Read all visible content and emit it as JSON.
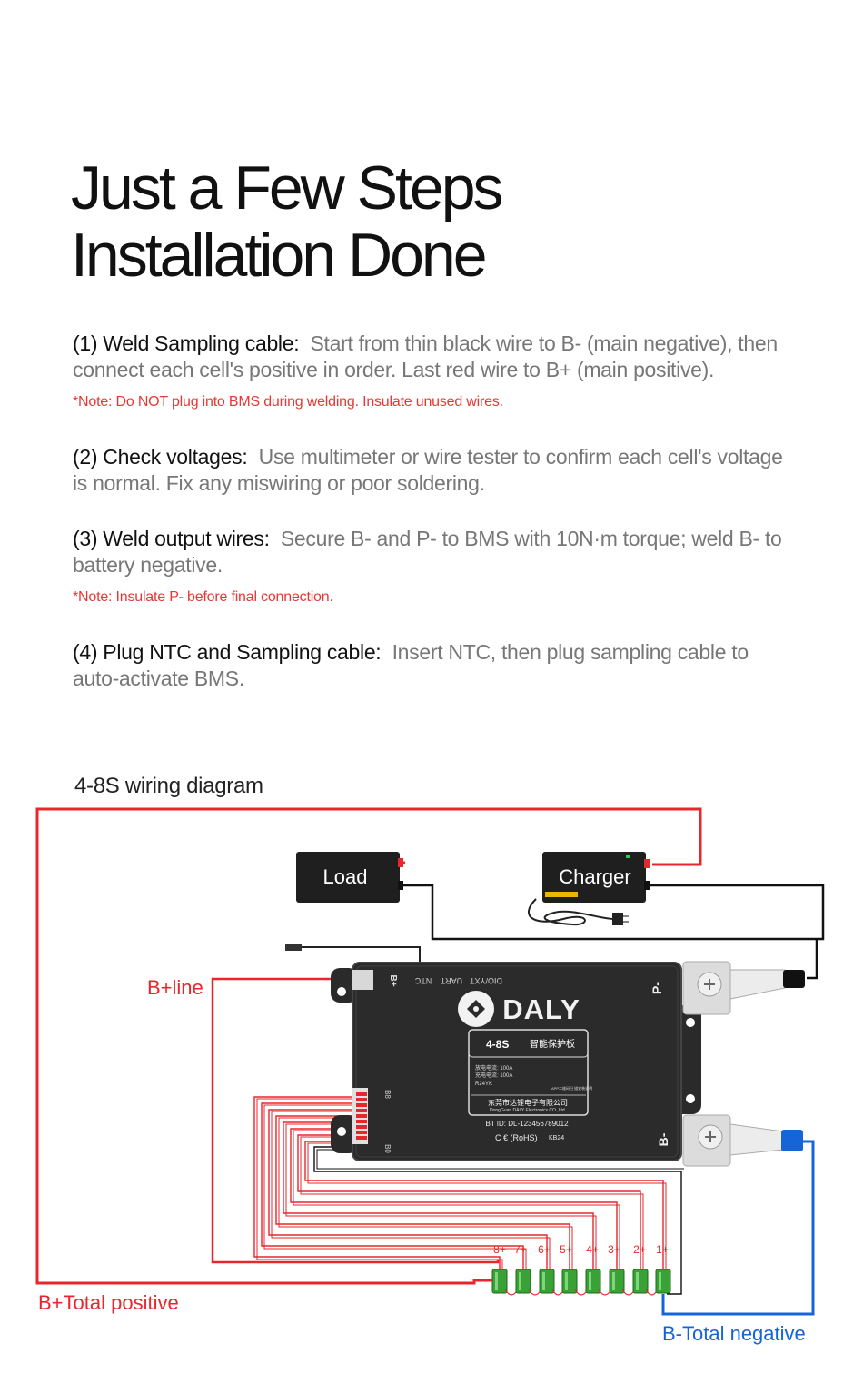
{
  "headline": [
    "Just a Few Steps",
    "Installation Done"
  ],
  "steps": [
    {
      "label": "(1) Weld Sampling cable:",
      "text": "Start from thin black wire to B- (main negative), then connect each cell's positive in order. Last red wire to B+ (main positive).",
      "note": "*Note: Do NOT plug into BMS during welding. Insulate unused wires."
    },
    {
      "label": "(2) Check voltages:",
      "text": "Use multimeter or wire tester to confirm each cell's voltage is normal. Fix any miswiring or poor soldering."
    },
    {
      "label": "(3) Weld output wires:",
      "text": "Secure B- and P- to BMS with 10N·m torque; weld B- to battery negative.",
      "note": "*Note: Insulate P- before final connection."
    },
    {
      "label": "(4) Plug NTC and Sampling cable:",
      "text": "Insert NTC, then plug sampling cable to auto-activate BMS."
    }
  ],
  "diagram": {
    "title": "4-8S wiring diagram",
    "load_label": "Load",
    "charger_label": "Charger",
    "bplus_line_label": "B+line",
    "total_positive_label": "B+Total positive",
    "total_negative_label": "B-Total negative",
    "cell_labels": [
      "8+",
      "7+",
      "6+",
      "5+",
      "4+",
      "3+",
      "2+",
      "1+"
    ],
    "bms": {
      "brand": "DALY",
      "model": "4-8S",
      "model_cn": "智能保护板",
      "spec_lines": [
        "放电电流: 100A",
        "充电电流: 100A",
        "R24YK"
      ],
      "app_note": "APP二维码扫 描安装说明",
      "company_cn": "东莞市达锂电子有限公司",
      "company_en": "DongGuan DALY Electronics CO.,Ltd.",
      "bt_id": "BT ID: DL-123456789012",
      "cert": "C € (RoHS)",
      "kb": "KB24",
      "port_labels": [
        "B+",
        "NTC",
        "UART",
        "DIO/YXT"
      ],
      "pin_labels": [
        "B8",
        "B0"
      ],
      "terminal_p": "P-",
      "terminal_b": "B-"
    },
    "colors": {
      "positive": "#e8262b",
      "negative": "#1565d8",
      "wire": "#111111",
      "cell": "#3aa136"
    }
  }
}
